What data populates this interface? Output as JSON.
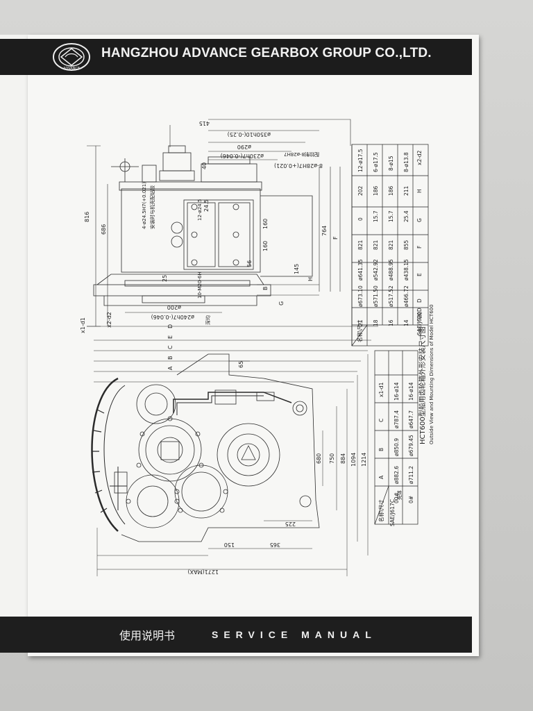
{
  "header": {
    "company_name": "HANGZHOU ADVANCE GEARBOX GROUP CO.,LTD.",
    "logo_text": "ADVANCE"
  },
  "footer": {
    "chinese_label": "使用说明书",
    "english_label": "SERVICE MANUAL"
  },
  "drawing": {
    "top_view_dims": {
      "d415": "415",
      "d350": "ø350h10(-0.25)",
      "d290": "ø290",
      "d230": "ø230h7(-0.046)",
      "bolt_holes": "8-ø28H7(+0.021)",
      "bolt_holes_cn": "配铰制8-ø28H7",
      "d40": "40",
      "d816": "816",
      "d686": "686",
      "d764": "764",
      "d24_5": "24.5",
      "d160a": "160",
      "d160b": "160",
      "d56": "56",
      "d145": "145",
      "d25": "25",
      "d200": "ø200",
      "d240": "ø240h7(-0.046)",
      "d10_m20": "10-M20-6H",
      "deep": "深均",
      "holes_label": "4-ø24.5H7(+0.021)",
      "holes_label_cn": "安装时与机壳配钻铰",
      "d12_24": "12-ø24.5",
      "letter_F": "F",
      "letter_H": "H",
      "letter_G": "G",
      "letter_B1": "B",
      "letter_x1d1": "x1-d1",
      "letter_x2d2": "x2-d2",
      "letter_D": "D",
      "letter_E": "E",
      "letter_C": "C",
      "letter_B": "B",
      "letter_A": "A"
    },
    "side_view_dims": {
      "d65": "65",
      "d680": "680",
      "d750": "750",
      "d884": "884",
      "d1094": "1094",
      "d1214": "1214",
      "d225": "225",
      "d150": "150",
      "d365": "365",
      "d1271": "1271(MAX)"
    },
    "caption_cn": "HCT600型船用齿轮箱外形安装尺寸图",
    "caption_en_1": "Outside View and Mounting Dimensions of Model HCT600",
    "caption_en_2": ""
  },
  "upper_table": {
    "header_cn": "名称\\尺寸",
    "columns": [
      "D",
      "E",
      "F",
      "G",
      "H",
      "x2-d2"
    ],
    "row_label": "SAE/J620D",
    "row_label_cn": "飞轮",
    "rows": [
      {
        "id": "21",
        "cells": [
          "ø673.10",
          "ø641.35",
          "821",
          "0",
          "202",
          "12-ø17.5"
        ]
      },
      {
        "id": "18",
        "cells": [
          "ø571.50",
          "ø542.92",
          "821",
          "15.7",
          "186",
          "6-ø17.5"
        ]
      },
      {
        "id": "16",
        "cells": [
          "ø517.52",
          "ø488.95",
          "821",
          "15.7",
          "186",
          "8-ø15"
        ]
      },
      {
        "id": "14",
        "cells": [
          "ø466.72",
          "ø438.15",
          "855",
          "25.4",
          "211",
          "8-ø13.8"
        ]
      }
    ]
  },
  "lower_table": {
    "header_cn": "名称\\尺寸",
    "columns": [
      "A",
      "B",
      "C",
      "x1-d1"
    ],
    "row_label": "SAE/J617C",
    "row_label_cn": "壳体",
    "rows": [
      {
        "id": "00#",
        "cells": [
          "ø882.6",
          "ø850.9",
          "ø787.4",
          "16-ø14"
        ]
      },
      {
        "id": "0#",
        "cells": [
          "ø711.2",
          "ø679.45",
          "ø647.7",
          "16-ø14"
        ]
      }
    ]
  }
}
